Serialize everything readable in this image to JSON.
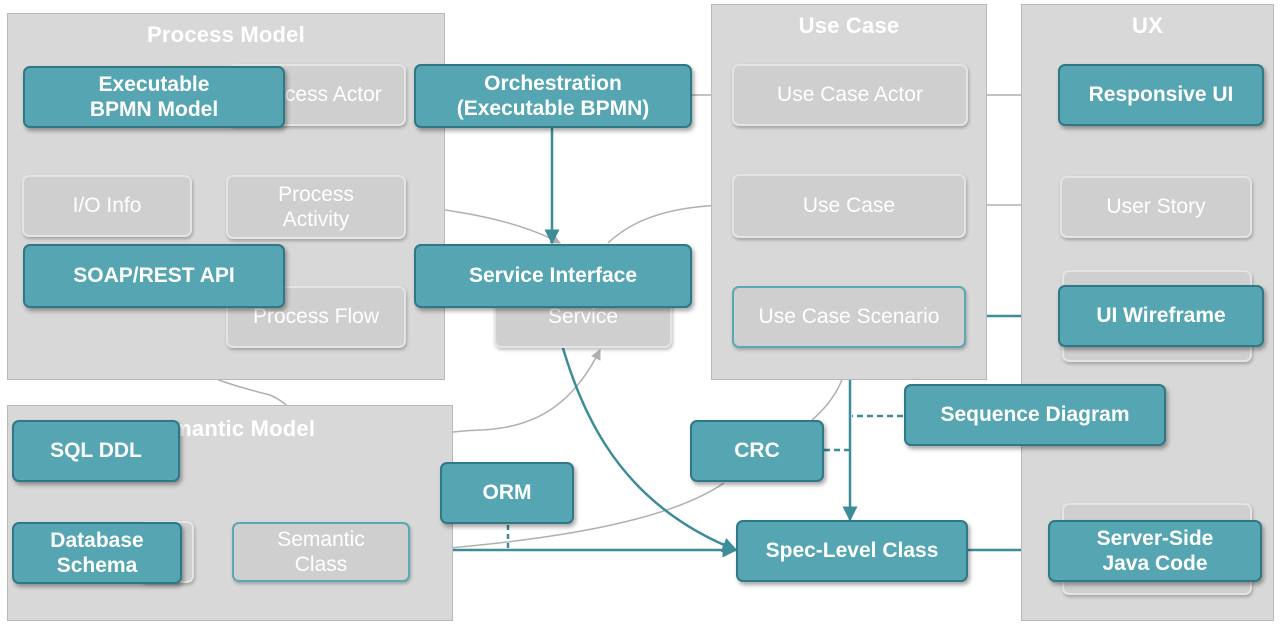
{
  "panels": {
    "process_model": "Process Model",
    "use_case": "Use Case",
    "ux": "UX",
    "semantic_model": "Semantic Model"
  },
  "gray_nodes": {
    "process_actor": "Process Actor",
    "io_info": "I/O Info",
    "process_activity": "Process\nActivity",
    "process_flow": "Process Flow",
    "service": "Service",
    "use_case_actor": "Use Case Actor",
    "use_case": "Use Case",
    "use_case_scenario": "Use Case Scenario",
    "user_story": "User Story",
    "semantic_class": "Semantic\nClass"
  },
  "teal_nodes": {
    "executable_bpmn_model": "Executable\nBPMN Model",
    "orchestration": "Orchestration\n(Executable BPMN)",
    "soap_rest_api": "SOAP/REST API",
    "service_interface": "Service Interface",
    "responsive_ui": "Responsive UI",
    "ui_wireframe": "UI Wireframe",
    "sequence_diagram": "Sequence Diagram",
    "crc": "CRC",
    "sql_ddl": "SQL DDL",
    "orm": "ORM",
    "database_schema": "Database\nSchema",
    "spec_level_class": "Spec-Level Class",
    "server_side_java_code": "Server-Side\nJava Code"
  },
  "colors": {
    "panel": "#d8d8d8",
    "gray_node": "#cfcfcf",
    "teal_node": "#55a6b2",
    "teal_border": "#2f7884",
    "gray_line": "#b0b0b0",
    "teal_line": "#3d8d99"
  }
}
